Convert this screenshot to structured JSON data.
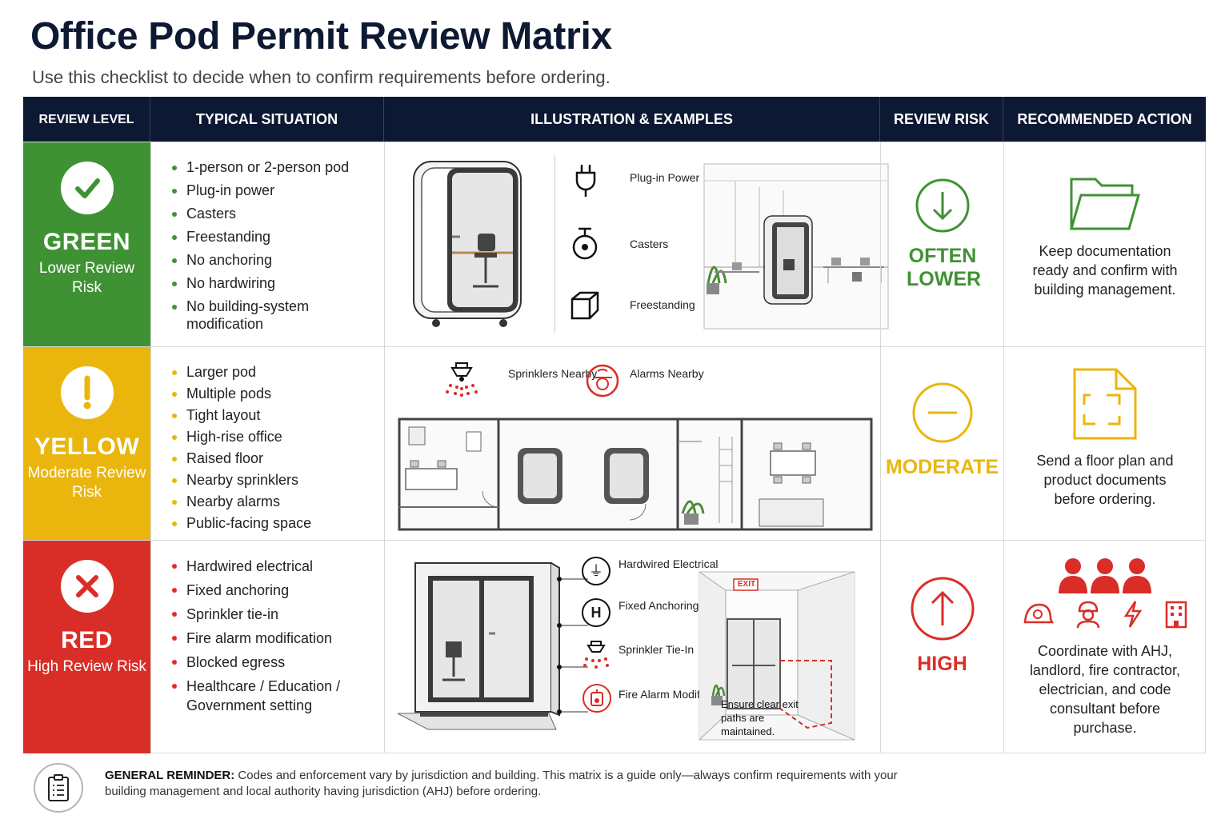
{
  "title": "Office Pod Permit Review Matrix",
  "subtitle": "Use this checklist to decide when to confirm requirements before ordering.",
  "headers": {
    "review_level": "REVIEW LEVEL",
    "typical_situation": "TYPICAL SITUATION",
    "illustration": "ILLUSTRATION & EXAMPLES",
    "review_risk": "REVIEW RISK",
    "recommended_action": "RECOMMENDED ACTION"
  },
  "colors": {
    "green": "#3f9234",
    "yellow": "#eab60e",
    "red": "#d92e27",
    "navy": "#0d1833"
  },
  "rows": [
    {
      "level": "GREEN",
      "level_sub": "Lower Review Risk",
      "badge_icon": "check-icon",
      "situations": [
        "1-person or 2-person pod",
        "Plug-in power",
        "Casters",
        "Freestanding",
        "No anchoring",
        "No hardwiring",
        "No building-system modification"
      ],
      "illustration_labels": {
        "plugin": "Plug-in Power",
        "casters": "Casters",
        "freestanding": "Freestanding"
      },
      "risk": "OFTEN LOWER",
      "risk_icon": "arrow-down-icon",
      "action_icon": "folder-icon",
      "action": "Keep documentation ready and confirm with building management."
    },
    {
      "level": "YELLOW",
      "level_sub": "Moderate Review Risk",
      "badge_icon": "exclamation-icon",
      "situations": [
        "Larger pod",
        "Multiple pods",
        "Tight layout",
        "High-rise office",
        "Raised floor",
        "Nearby sprinklers",
        "Nearby alarms",
        "Public-facing space"
      ],
      "illustration_labels": {
        "sprinklers": "Sprinklers Nearby",
        "alarms": "Alarms Nearby"
      },
      "risk": "MODERATE",
      "risk_icon": "minus-icon",
      "action_icon": "floor-plan-document-icon",
      "action": "Send a floor plan and product documents before ordering."
    },
    {
      "level": "RED",
      "level_sub": "High Review Risk",
      "badge_icon": "x-icon",
      "situations": [
        "Hardwired electrical",
        "Fixed anchoring",
        "Sprinkler tie-in",
        "Fire alarm modification",
        "Blocked egress",
        "Healthcare / Education / Government setting"
      ],
      "illustration_labels": {
        "hardwired": "Hardwired Electrical",
        "anchoring": "Fixed Anchoring",
        "sprinkler": "Sprinkler Tie-In",
        "alarm": "Fire Alarm Modification",
        "exit_sign": "EXIT",
        "exit_note": "Ensure clear exit paths are maintained."
      },
      "risk": "HIGH",
      "risk_icon": "arrow-up-icon",
      "action_icon": "team-icon",
      "action": "Coordinate with AHJ, landlord, fire contractor, electrician, and code consultant before purchase."
    }
  ],
  "footer": {
    "label": "GENERAL REMINDER:",
    "text": "Codes and enforcement vary by jurisdiction and building. This matrix is a guide only—always confirm requirements with your building management and local authority having jurisdiction (AHJ) before ordering."
  }
}
